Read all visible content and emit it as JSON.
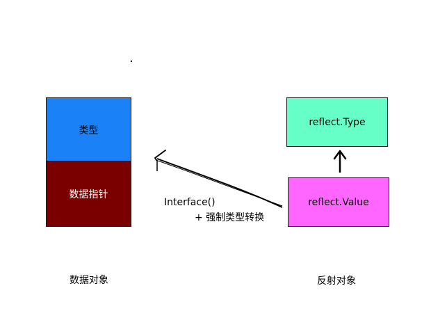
{
  "data_object": {
    "type_block": {
      "label": "类型",
      "color": "#1a82f6"
    },
    "pointer_block": {
      "label": "数据指针",
      "color": "#7a0000"
    },
    "caption": "数据对象"
  },
  "reflect_object": {
    "type_block": {
      "label": "reflect.Type",
      "color": "#66ffc8"
    },
    "value_block": {
      "label": "reflect.Value",
      "color": "#ff66ff"
    },
    "caption": "反射对象"
  },
  "conversion": {
    "line1": "Interface()",
    "line2": "+ 强制类型转换"
  }
}
